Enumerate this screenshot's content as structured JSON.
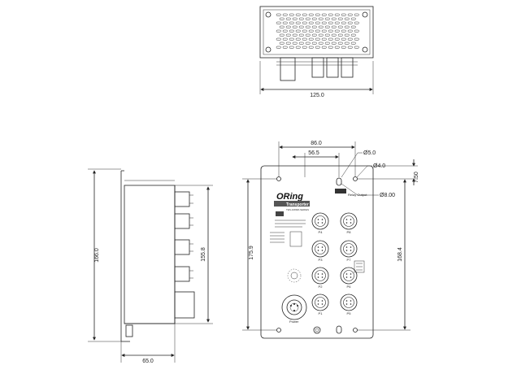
{
  "top_view": {
    "width_dim": "125.0"
  },
  "side_view": {
    "height_dim": "166.0",
    "inner_height_dim": "155.8",
    "depth_dim": "65.0"
  },
  "front_view": {
    "hole_spacing_dim": "86.0",
    "center_offset_dim": "56.5",
    "hole_dia_large": "Ø5.0",
    "hole_dia_small": "Ø4.0",
    "hole_dia_relay": "Ø8.00",
    "top_offset_dim": "7.50",
    "panel_height_dim": "175.9",
    "hole_pitch_dim": "168.4",
    "brand_logo": "ORing",
    "product_name": "Transporter",
    "product_subtitle": "TES-1080M-SERIES",
    "relay_label": "Relay Output",
    "power_label": "Power",
    "ports": [
      "P4",
      "P8",
      "P3",
      "P7",
      "P2",
      "P6",
      "P1",
      "P5"
    ]
  }
}
